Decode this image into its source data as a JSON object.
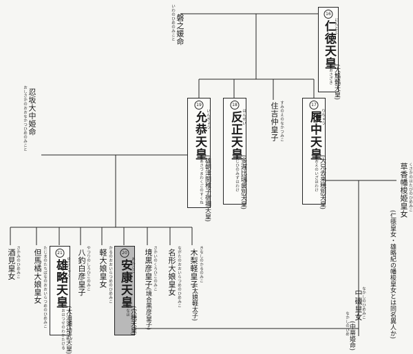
{
  "nintoku": {
    "number": "16",
    "reading": "にんとく",
    "name": "仁徳天皇",
    "alt_reading": "おおさざき",
    "alt": "(大鷦鷯天皇)"
  },
  "iwanohime": {
    "reading": "いわのひめのみこと",
    "name": "磐之媛命"
  },
  "richu": {
    "number": "17",
    "reading": "りちゅう",
    "name": "履中天皇",
    "alt_reading": "おおえのいざほわけ",
    "alt": "(大兄去来穂別天皇)"
  },
  "hanzei": {
    "number": "18",
    "reading": "はんぜい",
    "name": "反正天皇",
    "alt_reading": "たじひのみずはわけ",
    "alt": "(多遅比瑞歯別天皇)"
  },
  "ingyo": {
    "number": "19",
    "reading": "いんぎょう",
    "name": "允恭天皇",
    "alt_reading": "おあさづまわくごのすくね",
    "alt": "(雄朝津間稚子宿禰天皇)"
  },
  "suminoe": {
    "reading": "すみのえのなかつみこ",
    "name": "住吉仲皇子"
  },
  "osaka": {
    "reading": "おしさかのおおなかつひめのみこと",
    "name": "忍坂大中姫命"
  },
  "kusaka": {
    "reading": "くさかのはたびのひめみこ",
    "name": "草香幡梭姫皇女",
    "note": "(仁徳皇女・雄略紀の幡梭皇女とは同名異人か)"
  },
  "nakashi": {
    "reading": "なかしのひめみこ",
    "name": "中磯皇女",
    "alt_reading": "なかしのひめ",
    "alt": "(中蒂姫命)"
  },
  "kinashi": {
    "reading": "きなしのかるのみこ",
    "name": "木梨軽皇子",
    "alt_reading": "かるのひつぎのみこ",
    "alt": "(太娘軽太子)"
  },
  "nagata": {
    "reading": "ながたのおおいらつめのひめみこ",
    "name": "名形大娘皇女"
  },
  "sakai": {
    "reading": "さかいのくろひこのみこ",
    "name": "境黒彦皇子",
    "alt": "(境合黒彦皇子)"
  },
  "anko": {
    "number": "20",
    "reading": "あんこう",
    "name": "安康天皇",
    "alt_reading": "あなほ",
    "alt": "(穴穂天皇)"
  },
  "karuno": {
    "reading": "かるのおおいらつめのひめみこ",
    "name": "軽大娘皇女"
  },
  "yatsuri": {
    "reading": "やつりのしろひこのみこ",
    "name": "八釣白彦皇子"
  },
  "yuryaku": {
    "number": "21",
    "reading": "ゆうりゃく",
    "name": "雄略天皇",
    "alt_reading": "おおはつせのわかたける",
    "alt": "(大泊瀬幼武天皇)"
  },
  "tajima": {
    "reading": "たじまのたちばなのおおいらつめのひめみこ",
    "name": "但馬橘大娘皇女"
  },
  "sakami": {
    "reading": "さかみのひめみこ",
    "name": "酒見皇女"
  }
}
